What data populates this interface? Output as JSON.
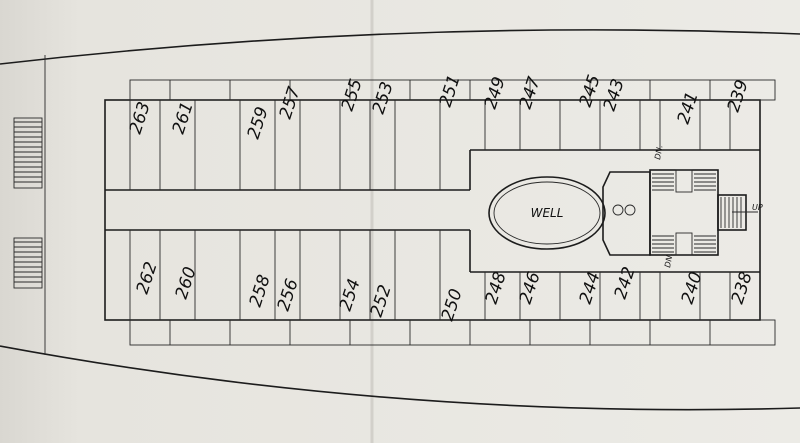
{
  "diagram": {
    "type": "ship deck plan",
    "well_label": "WELL",
    "stair_labels": {
      "down_top": "DN.",
      "down_bottom": "DN.",
      "up": "UP"
    },
    "cabins_port_row": [
      "263",
      "261",
      "259",
      "257",
      "255",
      "253",
      "251",
      "249",
      "247",
      "245",
      "243",
      "241",
      "239"
    ],
    "cabins_starboard_row": [
      "262",
      "260",
      "258",
      "256",
      "254",
      "252",
      "250",
      "248",
      "246",
      "244",
      "242",
      "240",
      "238"
    ]
  }
}
